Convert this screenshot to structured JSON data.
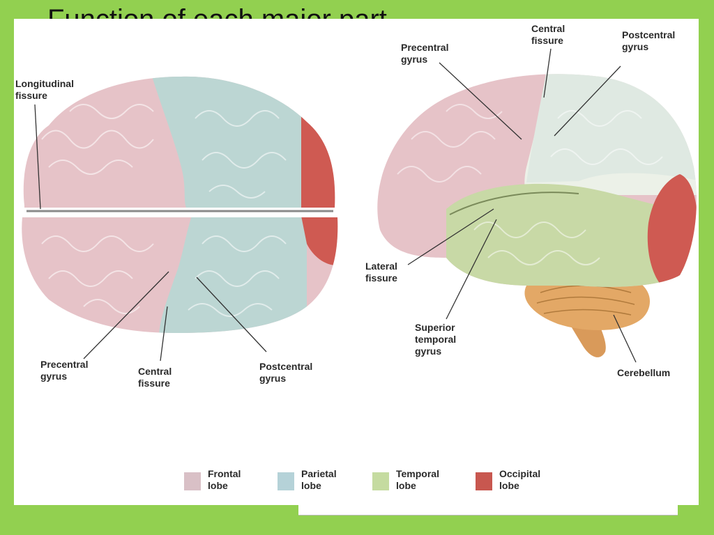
{
  "slide": {
    "title": "Function of each major part",
    "background_color": "#92d050"
  },
  "labels": {
    "top_view": {
      "longitudinal_fissure": "Longitudinal\nfissure",
      "precentral_gyrus": "Precentral\ngyrus",
      "central_fissure": "Central\nfissure",
      "postcentral_gyrus": "Postcentral\ngyrus"
    },
    "side_view": {
      "precentral_gyrus": "Precentral\ngyrus",
      "central_fissure": "Central\nfissure",
      "postcentral_gyrus": "Postcentral\ngyrus",
      "lateral_fissure": "Lateral\nfissure",
      "superior_temporal_gyrus": "Superior\ntemporal\ngyrus",
      "cerebellum": "Cerebellum"
    }
  },
  "legend": [
    {
      "label": "Frontal\nlobe",
      "color": "#d9c0c6"
    },
    {
      "label": "Parietal\nlobe",
      "color": "#b5d2d8"
    },
    {
      "label": "Temporal\nlobe",
      "color": "#c5dba0"
    },
    {
      "label": "Occipital\nlobe",
      "color": "#c8574f"
    }
  ],
  "colors": {
    "frontal": "#e6c3c8",
    "parietal": "#bcd6d3",
    "temporal": "#c8d9a6",
    "occipital": "#cf5a52",
    "cerebellum": "#e3a866",
    "brainstem": "#d99a5a",
    "leader_line": "#333333"
  }
}
